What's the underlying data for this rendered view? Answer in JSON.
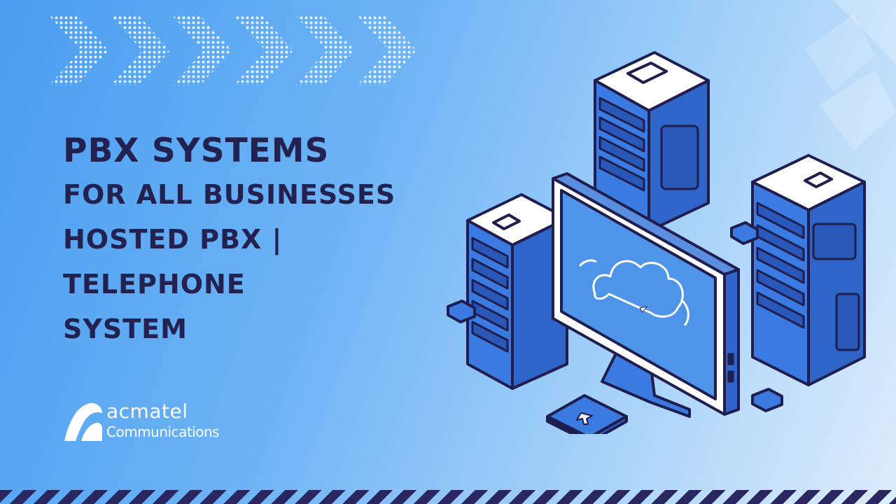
{
  "headline": {
    "line1": "PBX SYSTEMS",
    "line2": "FOR ALL BUSINESSES",
    "line3": "HOSTED PBX |",
    "line4": "TELEPHONE",
    "line5": "SYSTEM"
  },
  "logo": {
    "name": "acmatel",
    "tagline": "Communications"
  },
  "colors": {
    "text_dark": "#22214f",
    "server_dark": "#1f1e4e",
    "server_blue": "#3b7ae0",
    "logo_white": "#ffffff"
  },
  "icons": [
    "chevron-right-icon",
    "server-icon",
    "monitor-icon",
    "cloud-icon",
    "cursor-icon"
  ]
}
